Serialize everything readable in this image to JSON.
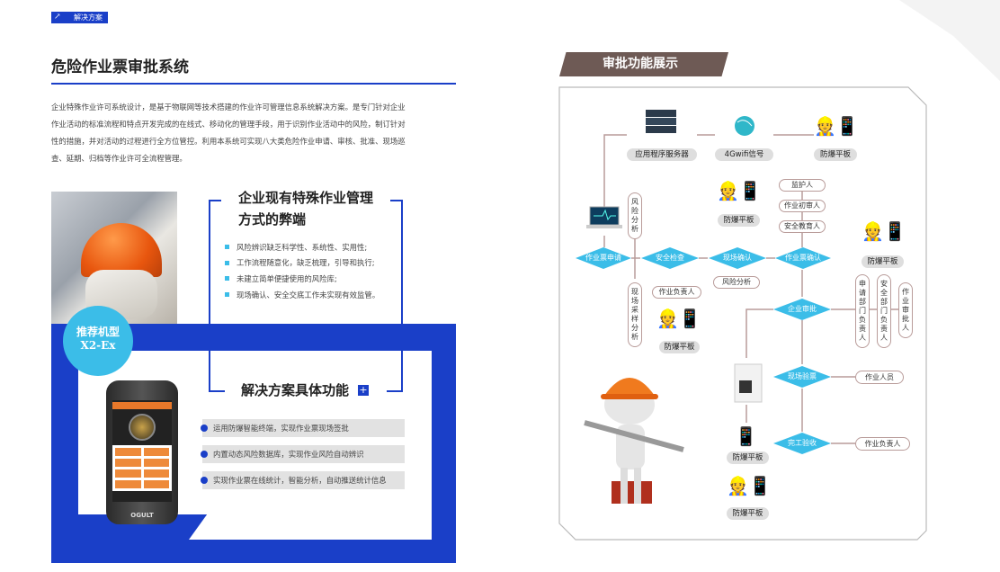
{
  "header": {
    "tag": "解决方案",
    "tag_icon": "arrow-up-right-icon"
  },
  "left": {
    "title": "危险作业票审批系统",
    "intro": "企业特殊作业许可系统设计，是基于物联网等技术搭建的作业许可管理信息系统解决方案。是专门针对企业作业活动的标准流程和特点开发完成的在线式、移动化的管理手段，用于识别作业活动中的风险，制订针对性的措施，并对活动的过程进行全方位管控。利用本系统可实现八大类危险作业申请、审核、批准、现场巡查、延期、归档等作业许可全流程管理。",
    "problems": {
      "heading_1": "企业现有特殊作业管理",
      "heading_2": "方式的弊端",
      "items": [
        "风险辨识缺乏科学性、系统性、实用性;",
        "工作流程随意化，缺乏梳理，引导和执行;",
        "未建立简单便捷使用的风险库;",
        "现场确认、安全交底工作未实现有效监管。"
      ]
    },
    "model": {
      "label": "推荐机型",
      "name": "X2-Ex",
      "phone_brand": "OGULT"
    },
    "features": {
      "heading": "解决方案具体功能",
      "items": [
        "运用防爆智能终端，实现作业票现场签批",
        "内置动态风险数据库，实现作业风险自动辨识",
        "实现作业票在线统计，智能分析，自动推送统计信息"
      ]
    }
  },
  "right": {
    "title": "审批功能展示",
    "top": {
      "server": "应用程序服务器",
      "signal": "4Gwifi信号",
      "tablet": "防爆平板"
    },
    "diamonds": {
      "apply": "作业票申请",
      "check": "安全检查",
      "confirm_site": "现场确认",
      "confirm_ticket": "作业票确认",
      "approve": "企业审批",
      "inspect": "现场验票",
      "complete": "完工验收"
    },
    "pills": {
      "risk_v": "风险分析",
      "sample_v": "现场采样分析",
      "leader1": "作业负责人",
      "risk": "风险分析",
      "guardian": "监护人",
      "first_review": "作业初审人",
      "edu": "安全教育人",
      "dept_head": "申请部门负责人",
      "safety_head": "安全部门负责人",
      "approver": "作业审批人",
      "worker": "作业人员",
      "leader2": "作业负责人"
    },
    "tablet_label": "防爆平板"
  },
  "colors": {
    "blue": "#1a3fc8",
    "cyan": "#3bbde8",
    "brown": "#6e5a55"
  }
}
